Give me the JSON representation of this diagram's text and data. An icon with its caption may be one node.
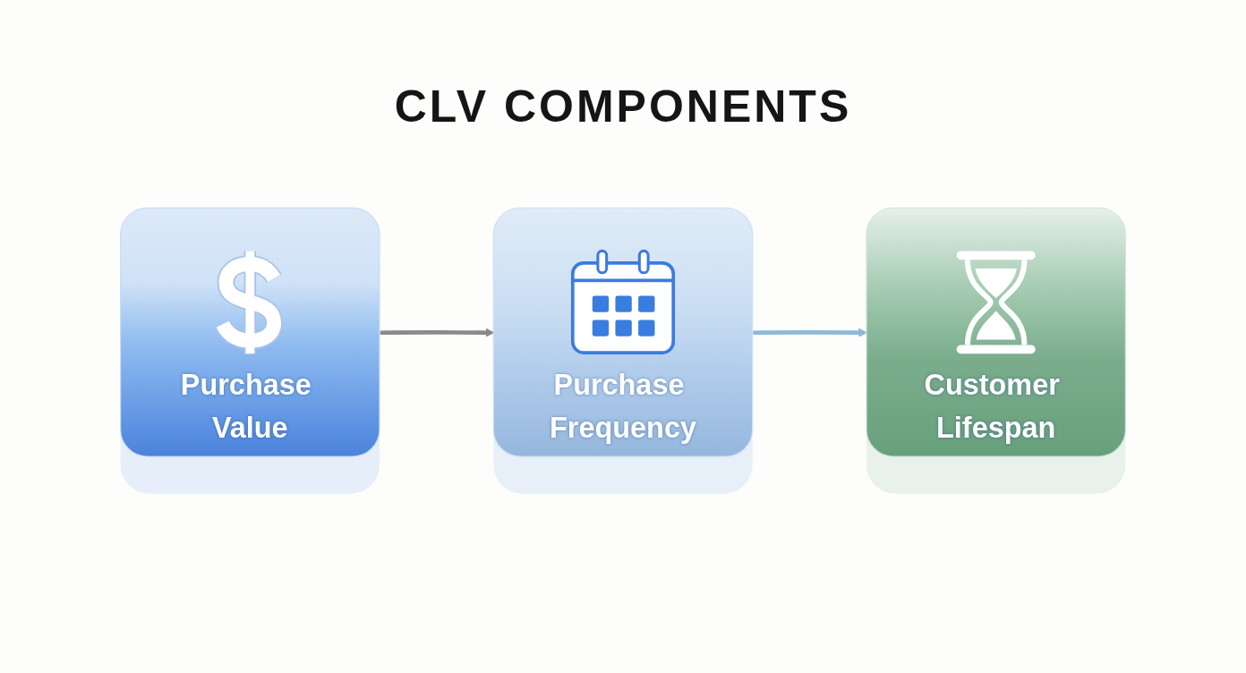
{
  "diagram": {
    "title": "CLV COMPONENTS",
    "nodes": [
      {
        "text": [
          "Purchase Value"
        ]
      },
      {
        "text": [
          "Purchase Frequency"
        ]
      },
      {
        "text": [
          "Customer Lifespan"
        ]
      }
    ],
    "edges": [
      {
        "from": 0,
        "to": 1,
        "arrow": "to",
        "color": "#8a8a8a"
      },
      {
        "from": 1,
        "to": 2,
        "arrow": "to",
        "color": "#8fb9d9"
      }
    ]
  }
}
